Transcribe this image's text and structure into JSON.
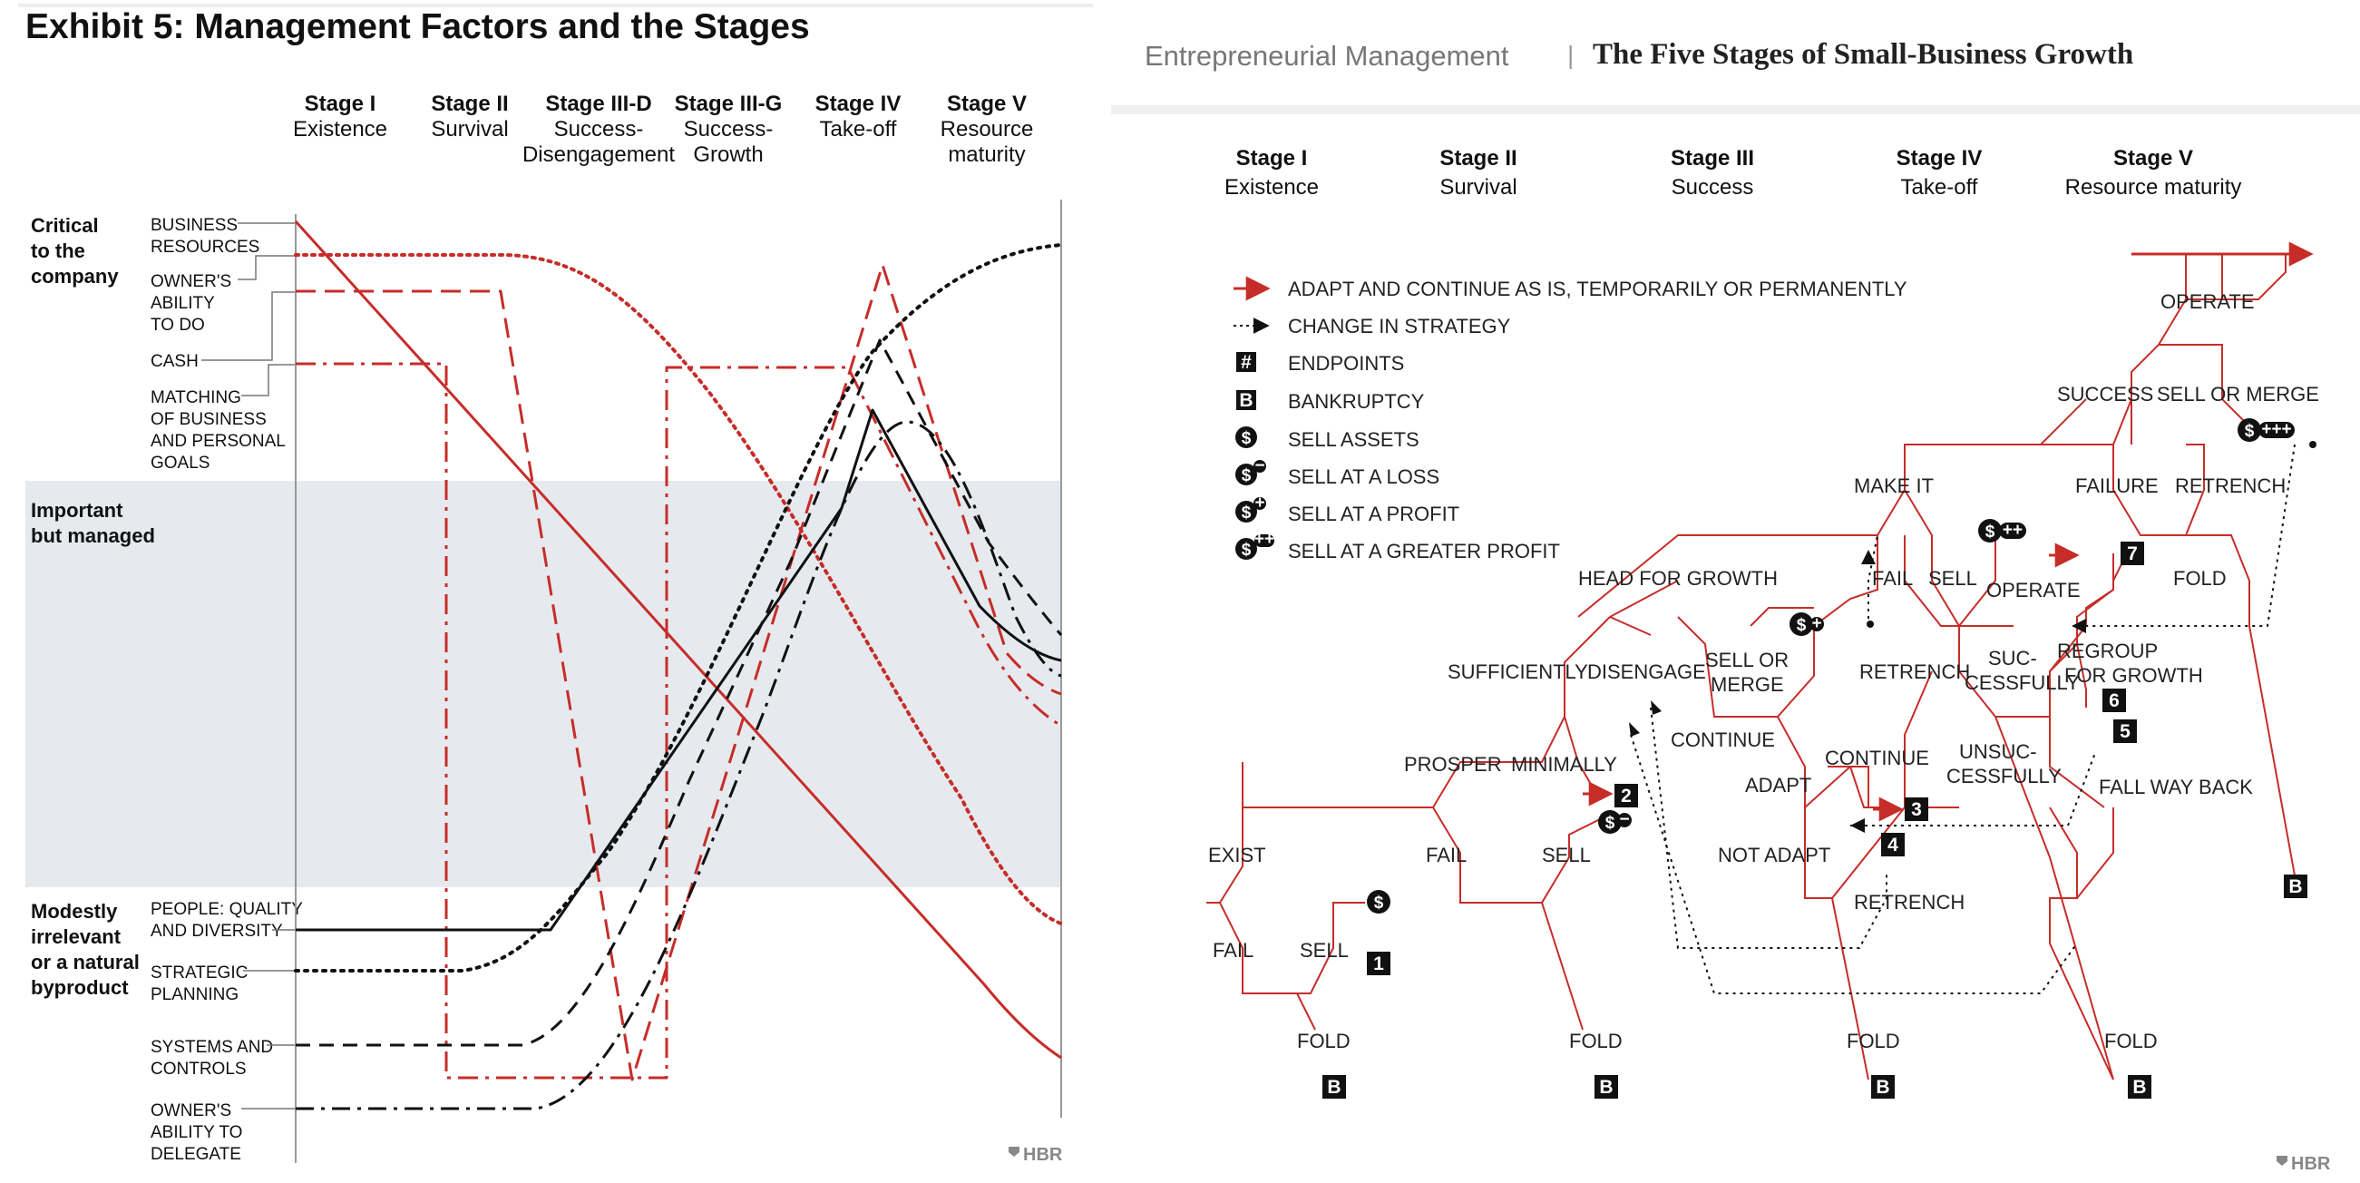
{
  "left": {
    "title": "Exhibit 5: Management Factors and the Stages",
    "stages": [
      {
        "top": "Stage I",
        "sub": [
          "Existence"
        ]
      },
      {
        "top": "Stage II",
        "sub": [
          "Survival"
        ]
      },
      {
        "top": "Stage III-D",
        "sub": [
          "Success-",
          "Disengagement"
        ]
      },
      {
        "top": "Stage III-G",
        "sub": [
          "Success-",
          "Growth"
        ]
      },
      {
        "top": "Stage IV",
        "sub": [
          "Take-off"
        ]
      },
      {
        "top": "Stage V",
        "sub": [
          "Resource",
          "maturity"
        ]
      }
    ],
    "rows": [
      {
        "label": [
          "Critical",
          "to the",
          "company"
        ]
      },
      {
        "label": [
          "Important",
          "but managed"
        ]
      },
      {
        "label": [
          "Modestly",
          "irrelevant",
          "or a natural",
          "byproduct"
        ]
      }
    ],
    "factors": [
      {
        "lines": [
          "BUSINESS",
          "RESOURCES"
        ]
      },
      {
        "lines": [
          "OWNER'S",
          "ABILITY",
          "TO DO"
        ]
      },
      {
        "lines": [
          "CASH"
        ]
      },
      {
        "lines": [
          "MATCHING",
          "OF BUSINESS",
          "AND PERSONAL",
          "GOALS"
        ]
      },
      {
        "lines": [
          "PEOPLE: QUALITY",
          "AND DIVERSITY"
        ]
      },
      {
        "lines": [
          "STRATEGIC",
          "PLANNING"
        ]
      },
      {
        "lines": [
          "SYSTEMS AND",
          "CONTROLS"
        ]
      },
      {
        "lines": [
          "OWNER'S",
          "ABILITY TO",
          "DELEGATE"
        ]
      }
    ],
    "colors": {
      "red": "#c62d29",
      "black": "#111111",
      "band": "#e6eaee"
    },
    "hbr": "HBR"
  },
  "right": {
    "header_left": "Entrepreneurial Management",
    "header_sep": "|",
    "header_right": "The Five Stages of Small-Business Growth",
    "stages": [
      {
        "top": "Stage I",
        "sub": "Existence"
      },
      {
        "top": "Stage II",
        "sub": "Survival"
      },
      {
        "top": "Stage III",
        "sub": "Success"
      },
      {
        "top": "Stage IV",
        "sub": "Take-off"
      },
      {
        "top": "Stage V",
        "sub": "Resource maturity"
      }
    ],
    "legend": [
      "ADAPT AND CONTINUE AS IS, TEMPORARILY OR PERMANENTLY",
      "CHANGE IN STRATEGY",
      "ENDPOINTS",
      "BANKRUPTCY",
      "SELL ASSETS",
      "SELL AT A LOSS",
      "SELL AT A PROFIT",
      "SELL AT A GREATER PROFIT"
    ],
    "legend_symbols": {
      "endpoint": "#",
      "bankruptcy": "B",
      "dollar": "$",
      "minus": "−",
      "plus": "+",
      "plusplus": "++",
      "plusplusplus": "+++"
    },
    "nodes": {
      "exist": "EXIST",
      "fail1": "FAIL",
      "sell1": "SELL",
      "fold1": "FOLD",
      "prosper": "PROSPER",
      "fail2": "FAIL",
      "sell2": "SELL",
      "fold2": "FOLD",
      "sufficiently": "SUFFICIENTLY",
      "minimally": "MINIMALLY",
      "head_for_growth": "HEAD FOR GROWTH",
      "disengage": "DISENGAGE",
      "sell_or_merge_1": "SELL OR",
      "sell_or_merge_2": "MERGE",
      "continue1": "CONTINUE",
      "adapt": "ADAPT",
      "not_adapt": "NOT ADAPT",
      "continue2": "CONTINUE",
      "retrench1": "RETRENCH",
      "fold3": "FOLD",
      "make_it": "MAKE IT",
      "fail3": "FAIL",
      "sell3": "SELL",
      "retrench2": "RETRENCH",
      "successfully_1": "SUC-",
      "successfully_2": "CESSFULLY",
      "unsuccessfully_1": "UNSUC-",
      "unsuccessfully_2": "CESSFULLY",
      "operate1": "OPERATE",
      "regroup_1": "REGROUP",
      "regroup_2": "FOR GROWTH",
      "fall_way_back": "FALL WAY BACK",
      "fold4": "FOLD",
      "operate2": "OPERATE",
      "success": "SUCCESS",
      "sell_or_merge_top": "SELL OR MERGE",
      "failure": "FAILURE",
      "retrench3": "RETRENCH",
      "fold5": "FOLD"
    },
    "endpoints": [
      "1",
      "2",
      "3",
      "4",
      "5",
      "6",
      "7"
    ],
    "bankruptcy_marks": [
      "B",
      "B",
      "B",
      "B",
      "B"
    ],
    "colors": {
      "red": "#c62d29",
      "black": "#111111"
    },
    "hbr": "HBR"
  }
}
